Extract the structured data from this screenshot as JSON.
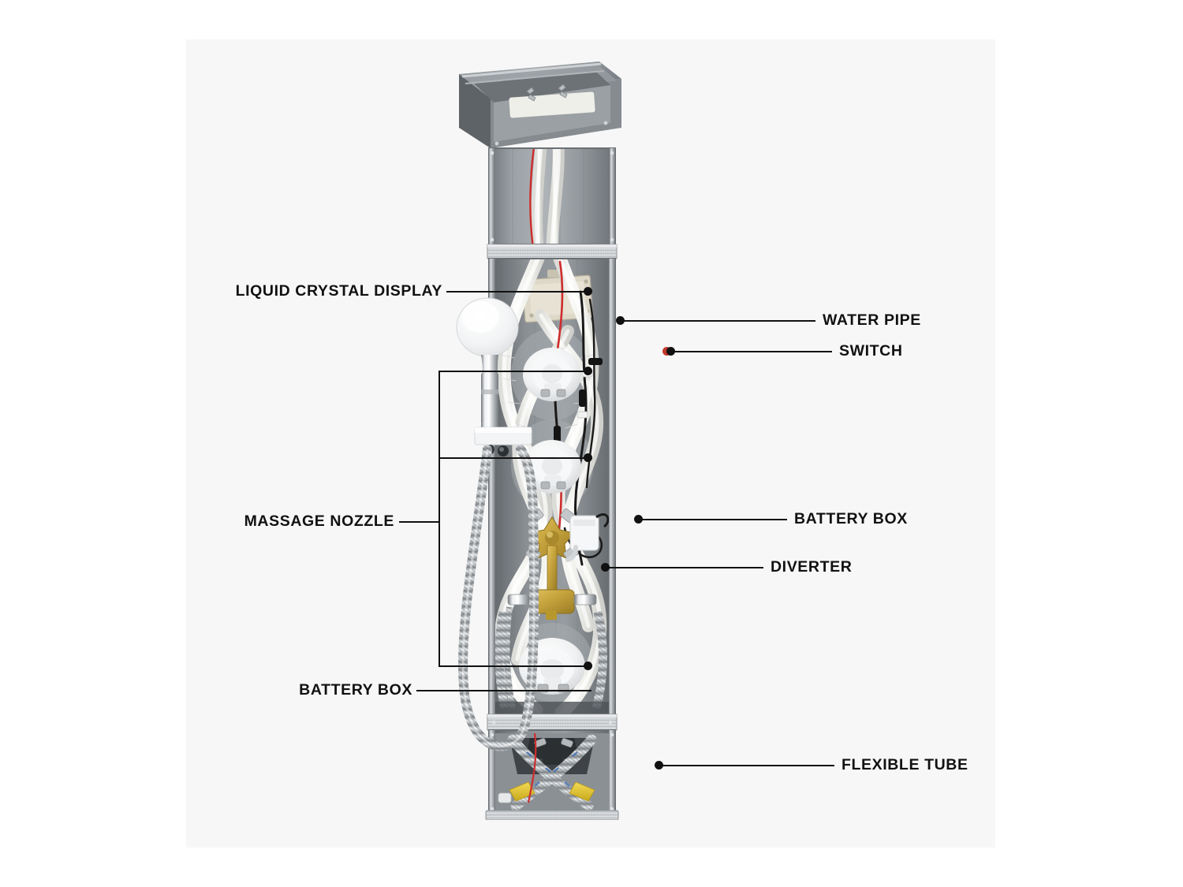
{
  "diagram": {
    "title": "Shower panel exploded component callout diagram",
    "background_color": "#ffffff",
    "canvas_color": "#f7f7f7",
    "label_color": "#111111",
    "leader_color": "#111111",
    "accent_color": "#c0392b"
  },
  "labels": {
    "liquid_crystal_display": "LIQUID CRYSTAL DISPLAY",
    "massage_nozzle": "MASSAGE NOZZLE",
    "battery_box_left": "BATTERY BOX",
    "water_pipe": "WATER PIPE",
    "switch": "SWITCH",
    "battery_box_right": "BATTERY BOX",
    "diverter": "DIVERTER",
    "flexible_tube": "FLEXIBLE TUBE"
  },
  "callouts": [
    {
      "name": "liquid-crystal-display",
      "side": "left",
      "label": "LIQUID CRYSTAL DISPLAY"
    },
    {
      "name": "massage-nozzle",
      "side": "left",
      "label": "MASSAGE NOZZLE"
    },
    {
      "name": "battery-box-left",
      "side": "left",
      "label": "BATTERY BOX"
    },
    {
      "name": "water-pipe",
      "side": "right",
      "label": "WATER PIPE"
    },
    {
      "name": "switch",
      "side": "right",
      "label": "SWITCH"
    },
    {
      "name": "battery-box-right",
      "side": "right",
      "label": "BATTERY BOX"
    },
    {
      "name": "diverter",
      "side": "right",
      "label": "DIVERTER"
    },
    {
      "name": "flexible-tube",
      "side": "right",
      "label": "FLEXIBLE TUBE"
    }
  ],
  "product": {
    "frame_color": "#8d9196",
    "panel_color": "#9aa0a5",
    "pipe_color": "#f4f4f2",
    "brass_color": "#c9a63f",
    "chrome_color": "#c9ccd0",
    "yellow_color": "#e8c93c",
    "wire_red": "#cc2d2d",
    "wire_black": "#1a1a1a",
    "lcd_body_color": "#ded8c8"
  }
}
